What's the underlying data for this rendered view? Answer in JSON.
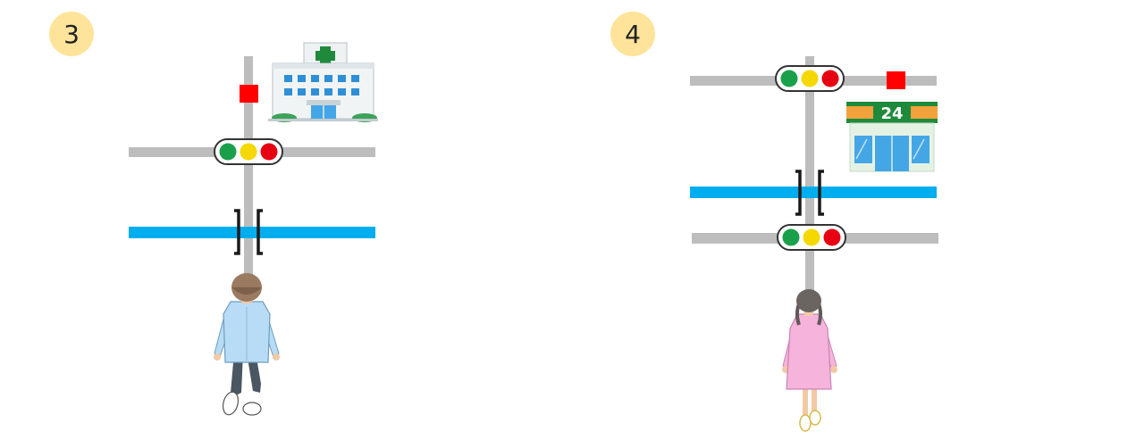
{
  "colors": {
    "road": "#bdbdbd",
    "river": "#00aeef",
    "bridge": "#1a1a1a",
    "badge": "#fde49a",
    "marker": "#ff0000",
    "light_green": "#1aa04a",
    "light_yellow": "#f5d800",
    "light_red": "#e60012"
  },
  "panels": [
    {
      "number": "3",
      "landmark": "hospital-icon",
      "walker": "boy-walking-icon"
    },
    {
      "number": "4",
      "landmark": "convenience-store-icon",
      "store_sign": "24",
      "walker": "girl-walking-icon"
    }
  ]
}
